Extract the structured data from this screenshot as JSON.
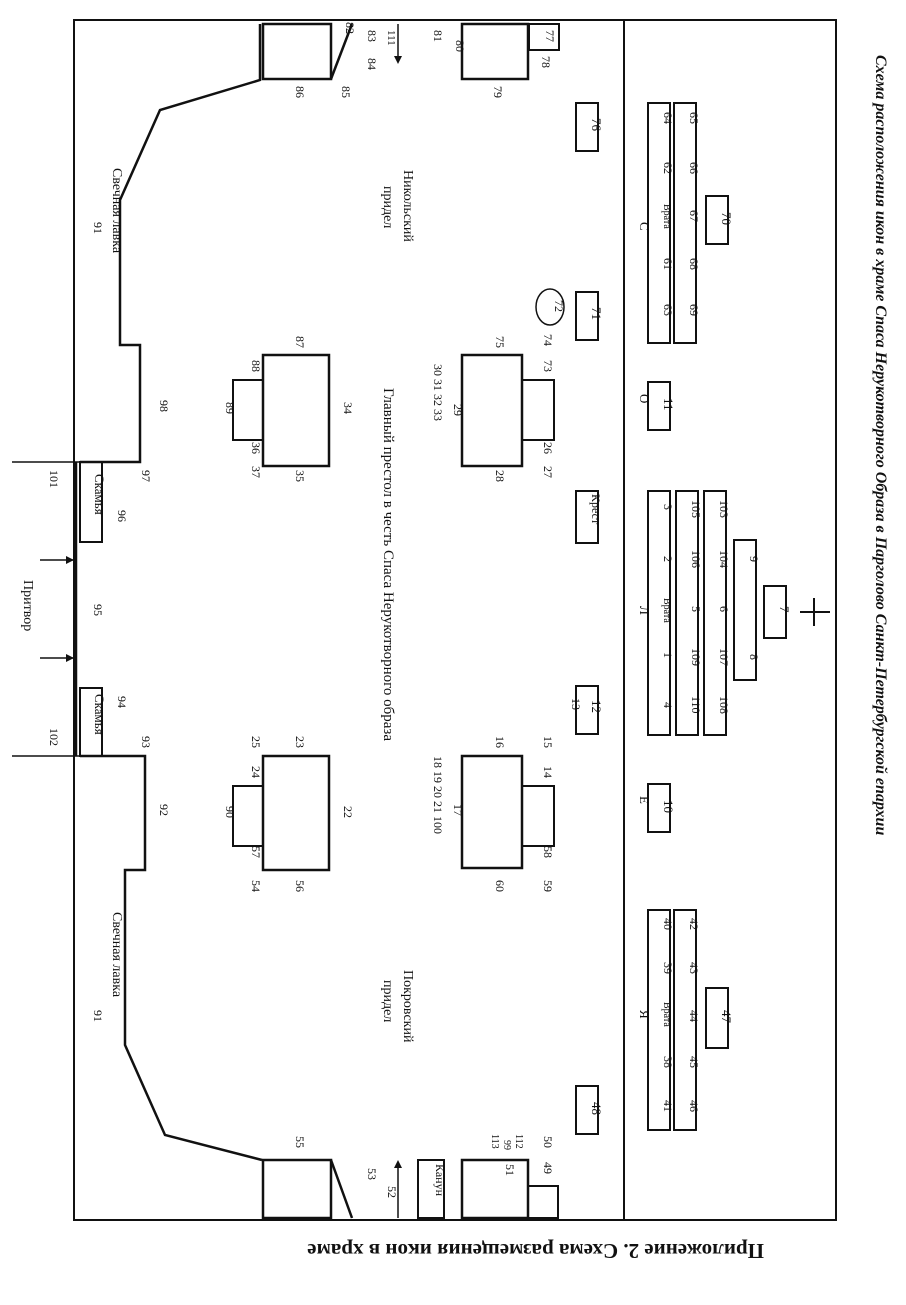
{
  "title": "Схема расположения икон в храме Спаса Нерукотворного Образа в Парголово Санкт-Петербургской епархии",
  "caption": "Приложение 2. Схема размещения икон в храме",
  "labels": {
    "nikolsky_1": "Никольский",
    "nikolsky_2": "придел",
    "pokrovsky_1": "Покровский",
    "pokrovsky_2": "придел",
    "main_altar": "Главный престол в честь Спаса Нерукотворного образа",
    "candle_shop": "Свечная лавка",
    "candle_shop_2": "Свечная лавка",
    "bench": "Скамья",
    "bench_2": "Скамья",
    "narthex": "Притвор",
    "cross_stand": "Крест",
    "kanun": "Канун",
    "gate": "Врата",
    "gate_2": "Врата",
    "gate_3": "Врата",
    "letter_s": "С",
    "letter_o": "О",
    "letter_l": "Л",
    "letter_e": "Е",
    "letter_ya": "Я",
    "cross_symbol": "+"
  },
  "boxed": {
    "n76": "76",
    "n71": "71",
    "n11": "11",
    "n12": "12",
    "n10": "10",
    "n48": "48",
    "n70": "70",
    "n47": "47",
    "n7": "7",
    "n72": "72",
    "n77": "77"
  },
  "iconostasis_north": {
    "row_outer": [
      "65",
      "66",
      "67",
      "68",
      "69"
    ],
    "row_inner": [
      "64",
      "62",
      "Врата",
      "61",
      "63"
    ]
  },
  "iconostasis_main": {
    "row_top": [
      "9",
      "8"
    ],
    "row_a": [
      "103",
      "104",
      "6",
      "107",
      "108"
    ],
    "row_b": [
      "105",
      "106",
      "5",
      "109",
      "110"
    ],
    "row_c": [
      "3",
      "2",
      "Врата",
      "1",
      "4"
    ]
  },
  "iconostasis_south": {
    "row_outer": [
      "42",
      "43",
      "44",
      "45",
      "46"
    ],
    "row_inner": [
      "40",
      "39",
      "Врата",
      "38",
      "41"
    ]
  },
  "nums": {
    "n78": "78",
    "n79": "79",
    "n80": "80",
    "n81": "81",
    "n82": "82",
    "n83": "83",
    "n84": "84",
    "n85": "85",
    "n86": "86",
    "n111": "111",
    "n74": "74",
    "n73": "73",
    "n75": "75",
    "n29": "29",
    "n30": "30 31 32 33",
    "n26": "26",
    "n27": "27",
    "n28": "28",
    "n87": "87",
    "n88": "88",
    "n89": "89",
    "n34": "34",
    "n36": "36",
    "n37": "37",
    "n35": "35",
    "n98": "98",
    "n91a": "91",
    "n97": "97",
    "n101": "101",
    "n96": "96",
    "n95": "95",
    "n94": "94",
    "n93": "93",
    "n102": "102",
    "n13": "13",
    "n15": "15",
    "n14": "14",
    "n16": "16",
    "n17": "17",
    "n18": "18 19 20 21 100",
    "n58": "58",
    "n59": "59",
    "n60": "60",
    "n23": "23",
    "n25": "25",
    "n24": "24",
    "n22": "22",
    "n90": "90",
    "n57": "57",
    "n54": "54",
    "n56": "56",
    "n92": "92",
    "n91b": "91",
    "n50": "50",
    "n49": "49",
    "n112": "112",
    "n99": "99",
    "n113": "113",
    "n51": "51",
    "n55": "55",
    "n53": "53",
    "n52": "52"
  }
}
